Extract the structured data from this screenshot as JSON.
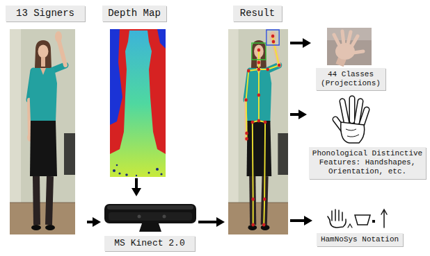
{
  "diagram": {
    "nodes": [
      {
        "text": [
          "13 Signers"
        ]
      },
      {
        "text": [
          "Depth Map"
        ]
      },
      {
        "text": [
          "MS Kinect 2.0"
        ]
      },
      {
        "text": [
          "Result"
        ]
      },
      {
        "text": [
          "44 Classes (Projections)"
        ]
      },
      {
        "text": [
          "Phonological Distinctive Features: Handshapes, Orientation, etc."
        ]
      },
      {
        "text": [
          "HamNoSys Notation"
        ]
      }
    ],
    "edges": [
      {
        "from": 0,
        "to": 2,
        "arrow": "to"
      },
      {
        "from": 1,
        "to": 2,
        "arrow": "to"
      },
      {
        "from": 2,
        "to": 3,
        "arrow": "to"
      },
      {
        "from": 3,
        "to": 4,
        "arrow": "to"
      },
      {
        "from": 3,
        "to": 5,
        "arrow": "to"
      },
      {
        "from": 3,
        "to": 6,
        "arrow": "to"
      }
    ]
  }
}
